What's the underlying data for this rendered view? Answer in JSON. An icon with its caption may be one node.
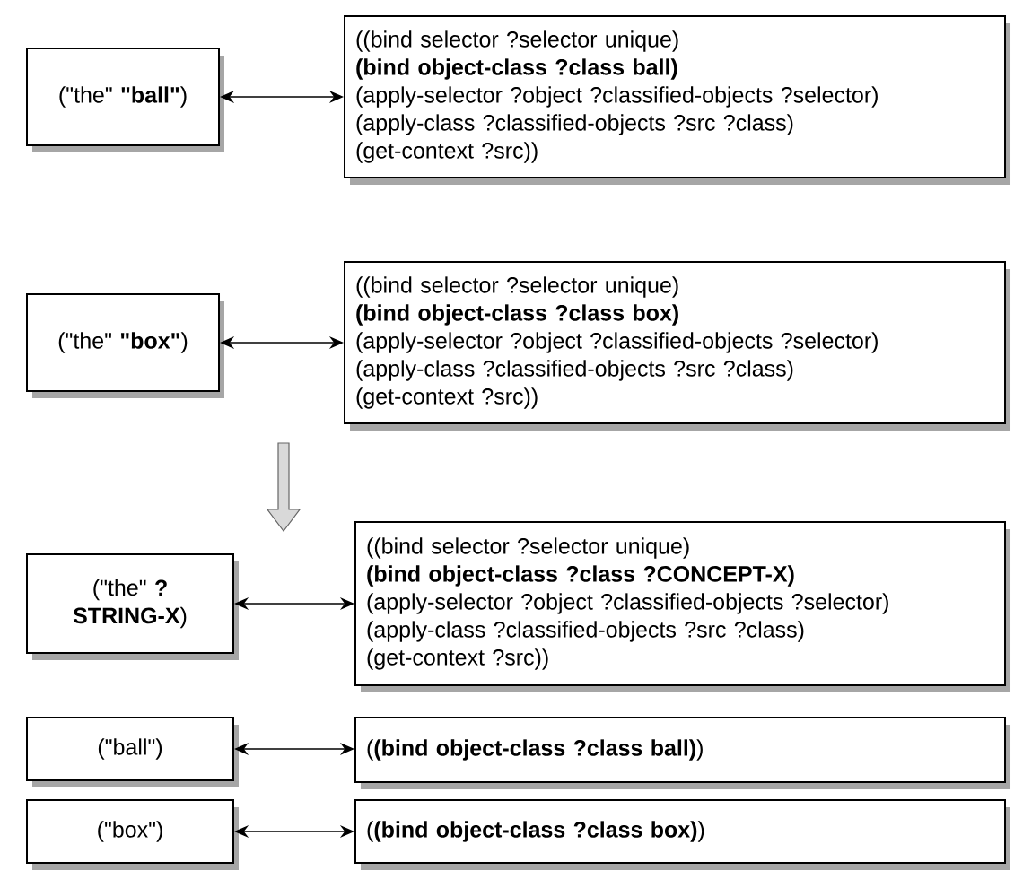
{
  "diagram": {
    "nodes": [
      {
        "text": [
          "(\"the\" **\"ball\"**)"
        ]
      },
      {
        "text": [
          "((bind selector ?selector unique)",
          "(bind object-class ?class ball)",
          "(apply-selector ?object ?classified-objects ?selector)",
          "(apply-class ?classified-objects ?src ?class)",
          "(get-context ?src))"
        ]
      },
      {
        "text": [
          "(\"the\" **\"box\"**)"
        ]
      },
      {
        "text": [
          "((bind selector ?selector unique)",
          "(bind object-class ?class box)",
          "(apply-selector ?object ?classified-objects ?selector)",
          "(apply-class ?classified-objects ?src ?class)",
          "(get-context ?src))"
        ]
      },
      {
        "text": [
          "(\"the\" **? STRING-X**)"
        ]
      },
      {
        "text": [
          "((bind selector ?selector unique)",
          "(bind object-class ?class ?CONCEPT-X)",
          "(apply-selector ?object ?classified-objects ?selector)",
          "(apply-class ?classified-objects ?src ?class)",
          "(get-context ?src))"
        ]
      },
      {
        "text": [
          "(\"ball\")"
        ]
      },
      {
        "text": [
          "(**(bind object-class ?class ball)**)"
        ]
      },
      {
        "text": [
          "(\"box\")"
        ]
      },
      {
        "text": [
          "(**(bind object-class ?class box)**)"
        ]
      }
    ],
    "edges": [
      {
        "from": 0,
        "to": 1,
        "arrow": "both"
      },
      {
        "from": 2,
        "to": 3,
        "arrow": "both"
      },
      {
        "from": 4,
        "to": 5,
        "arrow": "both"
      },
      {
        "from": 6,
        "to": 7,
        "arrow": "both"
      },
      {
        "from": 8,
        "to": 9,
        "arrow": "both"
      }
    ]
  }
}
